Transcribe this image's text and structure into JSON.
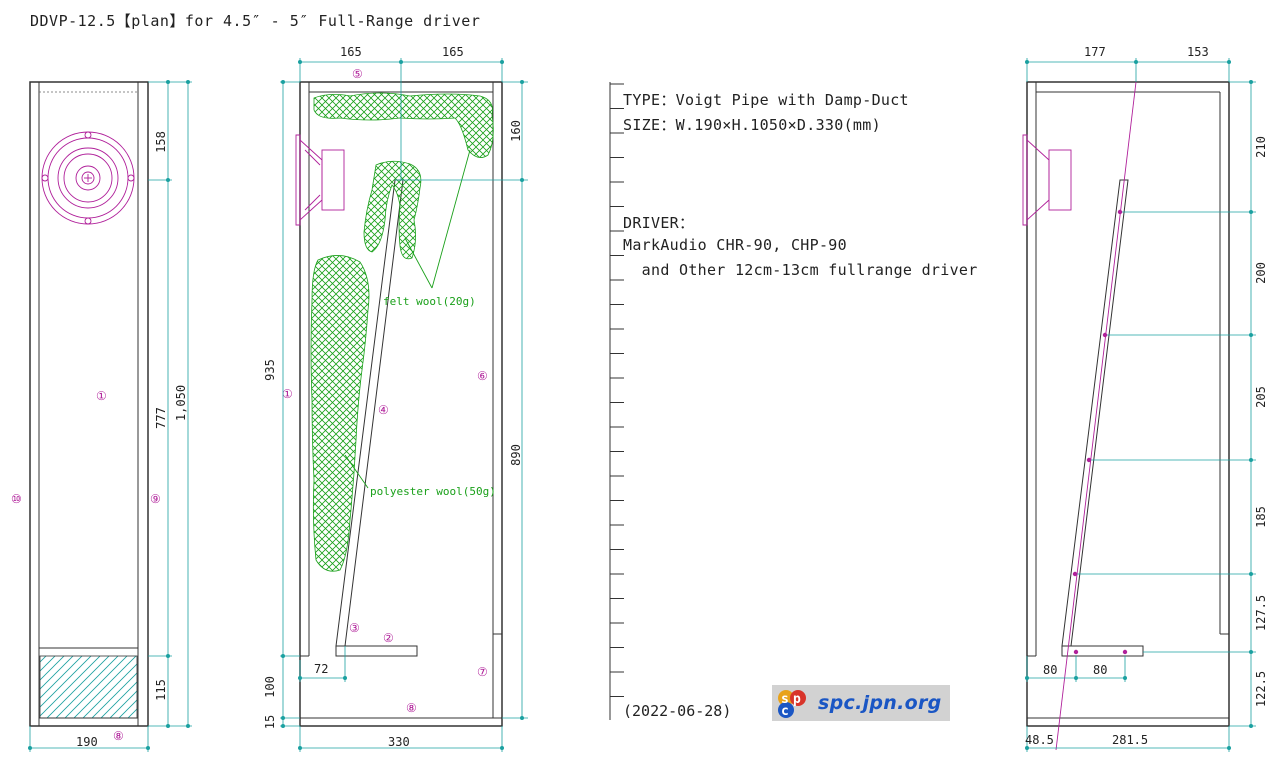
{
  "title": "DDVP-12.5【plan】for 4.5″ - 5″ Full-Range driver",
  "spec": {
    "type": "TYPE：Voigt Pipe with Damp-Duct",
    "size": "SIZE：W.190×H.1050×D.330(mm)",
    "driver_label": "DRIVER：",
    "driver_models": "MarkAudio CHR-90, CHP-90",
    "driver_other": "  and Other 12cm-13cm fullrange driver"
  },
  "date": "(2022-06-28)",
  "logo": {
    "text": "spc.jpn.org",
    "mark": "spc-logo-icon"
  },
  "colors": {
    "line": "#333333",
    "dim": "#1aa0a0",
    "tag": "#b0209a",
    "wool": "#1aa01a",
    "logo": "#1a56c4"
  },
  "front_view": {
    "dims": {
      "top": "158",
      "mid": "777",
      "bottom": "115",
      "total": "1,050",
      "width": "190"
    },
    "parts": {
      "p1": "①",
      "p9": "⑨",
      "p10": "⑩",
      "p8": "⑧"
    }
  },
  "side_view": {
    "dims": {
      "left": "165",
      "right": "165",
      "top_right": "160",
      "left_h": "935",
      "right_h": "890",
      "bottom_100": "100",
      "bottom_15": "15",
      "width": "330",
      "offset": "72"
    },
    "parts": {
      "p1": "①",
      "p2": "②",
      "p3": "③",
      "p4": "④",
      "p5": "⑤",
      "p6": "⑥",
      "p7": "⑦",
      "p8": "⑧"
    },
    "notes": {
      "felt": "felt wool(20g)",
      "poly": "polyester wool(50g)"
    }
  },
  "third_view": {
    "dims": {
      "top_left": "177",
      "top_right": "153",
      "r1": "210",
      "r2": "200",
      "r3": "205",
      "r4": "185",
      "r5": "127.5",
      "r6": "122.5",
      "b1": "80",
      "b2": "80",
      "bl": "48.5",
      "br": "281.5"
    }
  }
}
